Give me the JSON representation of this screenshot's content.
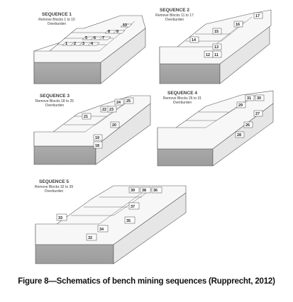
{
  "caption": "Figure 8—Schematics of bench mining sequences (Rupprecht, 2012)",
  "panels": [
    {
      "title": "SEQUENCE 1",
      "lines": [
        "Remove Blocks 1 to 10",
        "Overburden"
      ],
      "blocks": [
        "1",
        "2",
        "3",
        "4",
        "5",
        "6",
        "7",
        "8",
        "9",
        "10"
      ]
    },
    {
      "title": "SEQUENCE 2",
      "lines": [
        "Remove Blocks 11 to 17",
        "Overburden"
      ],
      "blocks": [
        "11",
        "12",
        "13",
        "14",
        "15",
        "16",
        "17"
      ]
    },
    {
      "title": "SEQUENCE 3",
      "lines": [
        "Remove Blocks 18 to 25",
        "Overburden"
      ],
      "blocks": [
        "18",
        "19",
        "20",
        "21",
        "22",
        "23",
        "24",
        "25"
      ]
    },
    {
      "title": "SEQUENCE 4",
      "lines": [
        "Remove Blocks 26 to 31",
        "Overburden"
      ],
      "blocks": [
        "26",
        "27",
        "28",
        "29",
        "30",
        "31"
      ]
    },
    {
      "title": "SEQUENCE 5",
      "lines": [
        "Remove Blocks 32 to 39",
        "Overburden"
      ],
      "blocks": [
        "32",
        "33",
        "34",
        "35",
        "36",
        "37",
        "38",
        "39"
      ]
    }
  ]
}
